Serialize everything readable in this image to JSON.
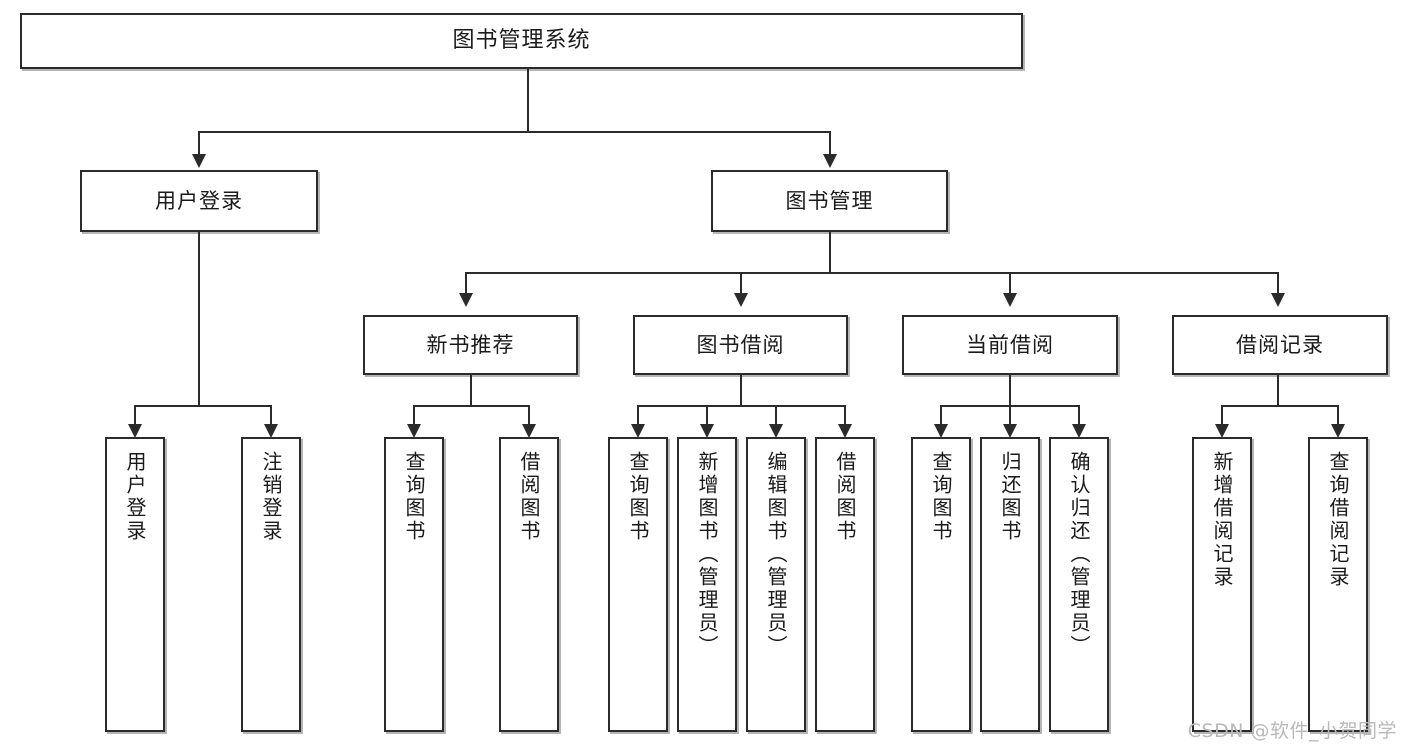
{
  "diagram": {
    "title": "图书管理系统",
    "type": "tree",
    "watermark": "CSDN @软件_小贺同学",
    "colors": {
      "stroke": "#2b2b2b",
      "fill": "#ffffff",
      "text": "#1a1a1a",
      "watermark": "#b9b9b9"
    },
    "root": {
      "label": "图书管理系统"
    },
    "level2": [
      {
        "label": "用户登录"
      },
      {
        "label": "图书管理"
      }
    ],
    "level3": [
      {
        "label": "新书推荐"
      },
      {
        "label": "图书借阅"
      },
      {
        "label": "当前借阅"
      },
      {
        "label": "借阅记录"
      }
    ],
    "leaves": {
      "user_login": [
        {
          "label": "用户登录"
        },
        {
          "label": "注销登录"
        }
      ],
      "new_book_recommend": [
        {
          "label": "查询图书"
        },
        {
          "label": "借阅图书"
        }
      ],
      "book_borrow": [
        {
          "label": "查询图书"
        },
        {
          "label": "新增图书（管理员）"
        },
        {
          "label": "编辑图书（管理员）"
        },
        {
          "label": "借阅图书"
        }
      ],
      "current_borrow": [
        {
          "label": "查询图书"
        },
        {
          "label": "归还图书"
        },
        {
          "label": "确认归还（管理员）"
        }
      ],
      "borrow_records": [
        {
          "label": "新增借阅记录"
        },
        {
          "label": "查询借阅记录"
        }
      ]
    }
  }
}
